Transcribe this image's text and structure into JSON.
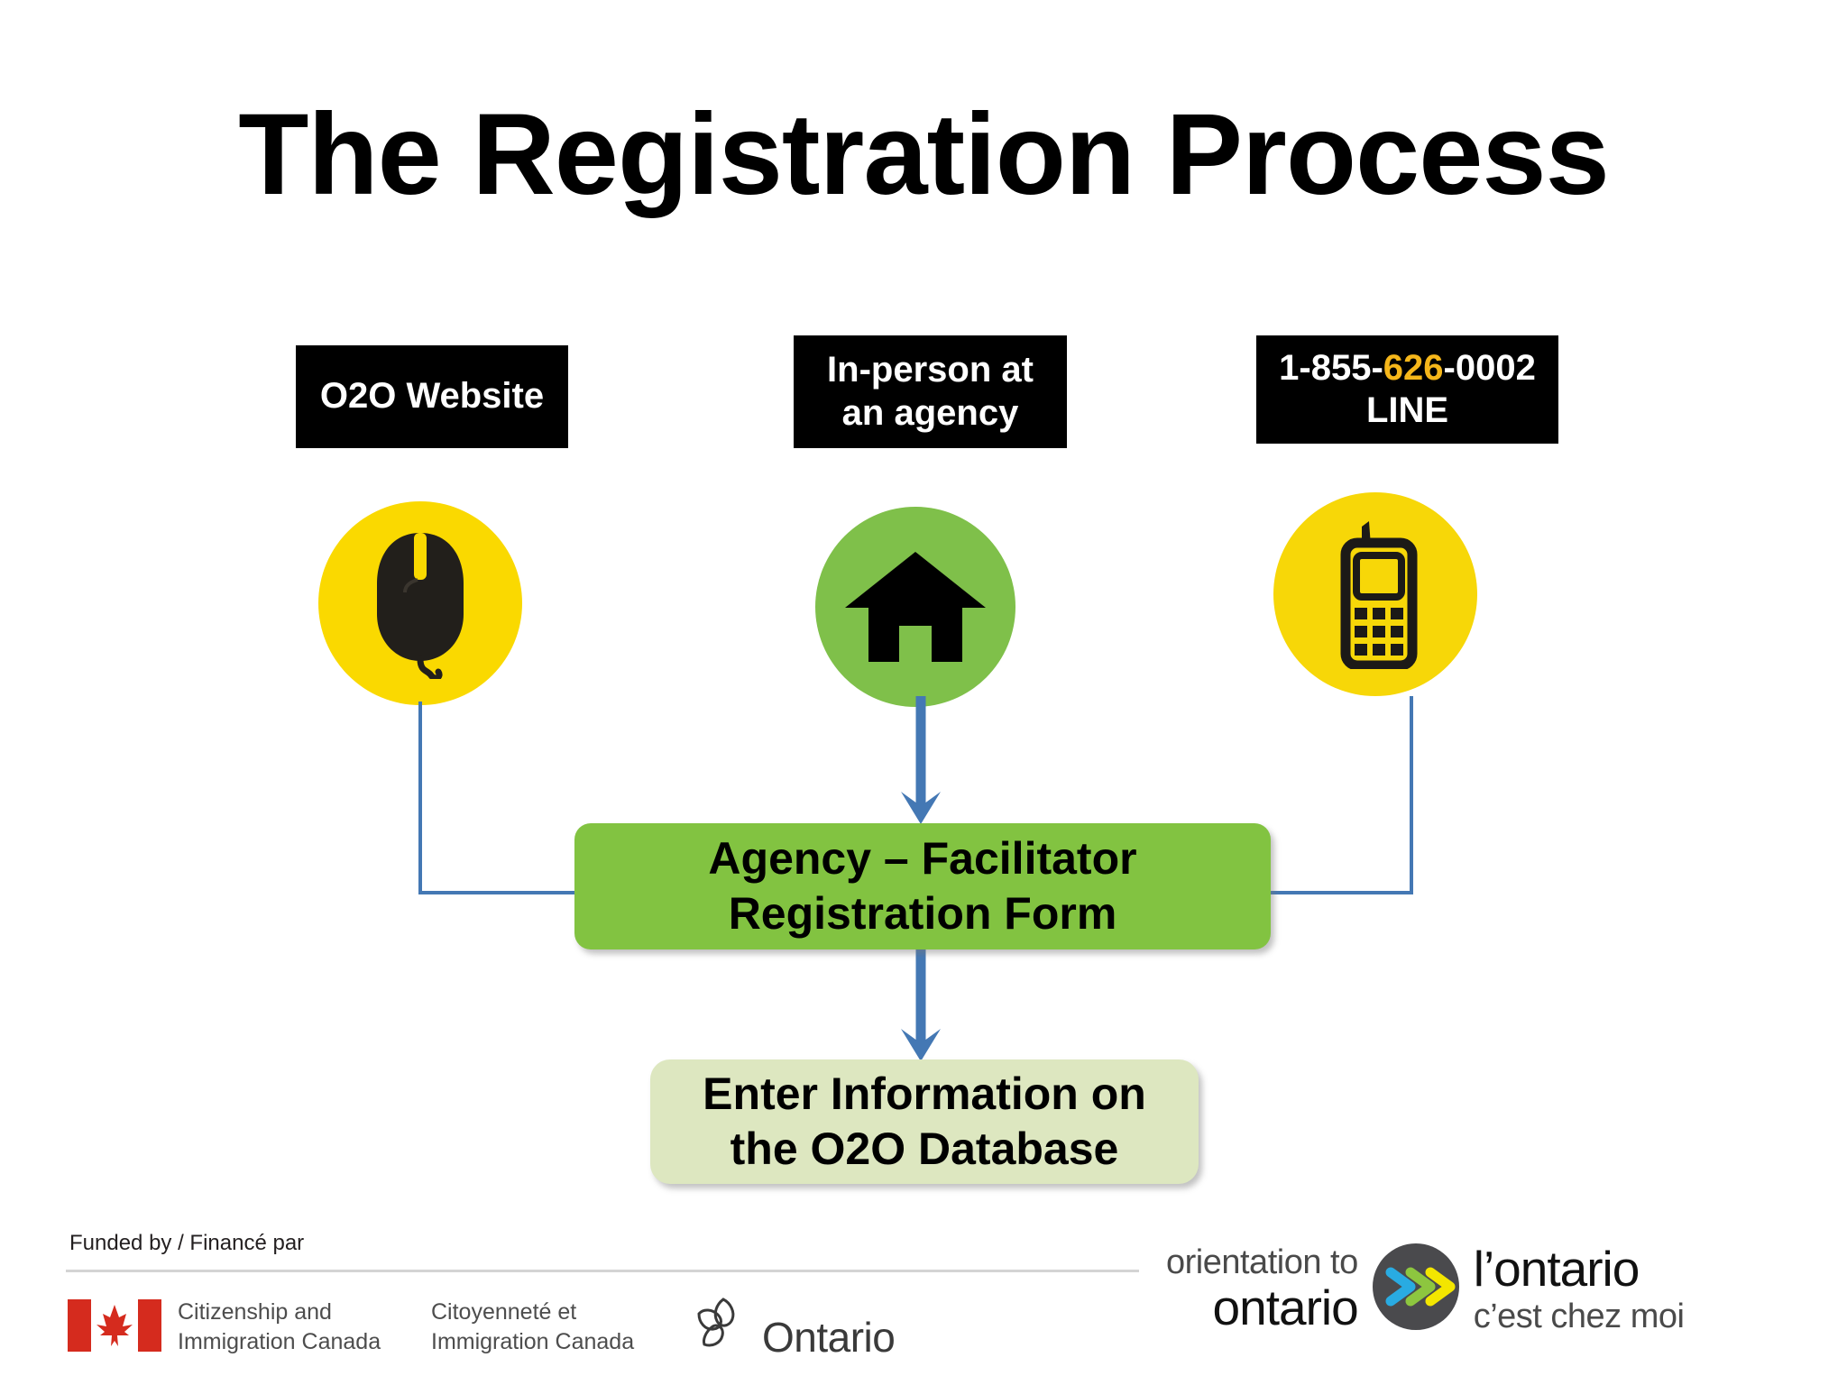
{
  "slide": {
    "title": "The Registration Process",
    "background_color": "#FFFFFF"
  },
  "colors": {
    "yellow_circle": "#FAD900",
    "green_circle": "#7FC04A",
    "green_box": "#82C341",
    "pale_green_box": "#DDE7C0",
    "arrow_blue": "#4478B4",
    "label_black": "#000000",
    "phone_highlight": "#F5B61A"
  },
  "sources": [
    {
      "id": "website",
      "label": "O2O Website",
      "icon": "computer-mouse-icon",
      "circle_color": "#FAD900"
    },
    {
      "id": "in-person",
      "label_line1": "In-person at",
      "label_line2": "an agency",
      "icon": "house-icon",
      "circle_color": "#7FC04A"
    },
    {
      "id": "phone",
      "label_prefix": "1-855-",
      "label_highlight": "626",
      "label_suffix": "-0002",
      "label_line2": "LINE",
      "icon": "mobile-phone-icon",
      "circle_color": "#F7D708"
    }
  ],
  "process": {
    "agency": {
      "line1": "Agency – Facilitator",
      "line2": "Registration Form"
    },
    "database": {
      "line1": "Enter Information on",
      "line2": "the O2O Database"
    }
  },
  "footer": {
    "funded_by": "Funded by / Financé par",
    "cic_en_line1": "Citizenship and",
    "cic_en_line2": "Immigration Canada",
    "cic_fr_line1": "Citoyenneté et",
    "cic_fr_line2": "Immigration Canada",
    "ontario_wordmark": "Ontario",
    "o2o_en_line1": "orientation to",
    "o2o_en_line2": "ontario",
    "o2o_fr_line1": "l’ontario",
    "o2o_fr_line2": "c’est chez moi"
  }
}
